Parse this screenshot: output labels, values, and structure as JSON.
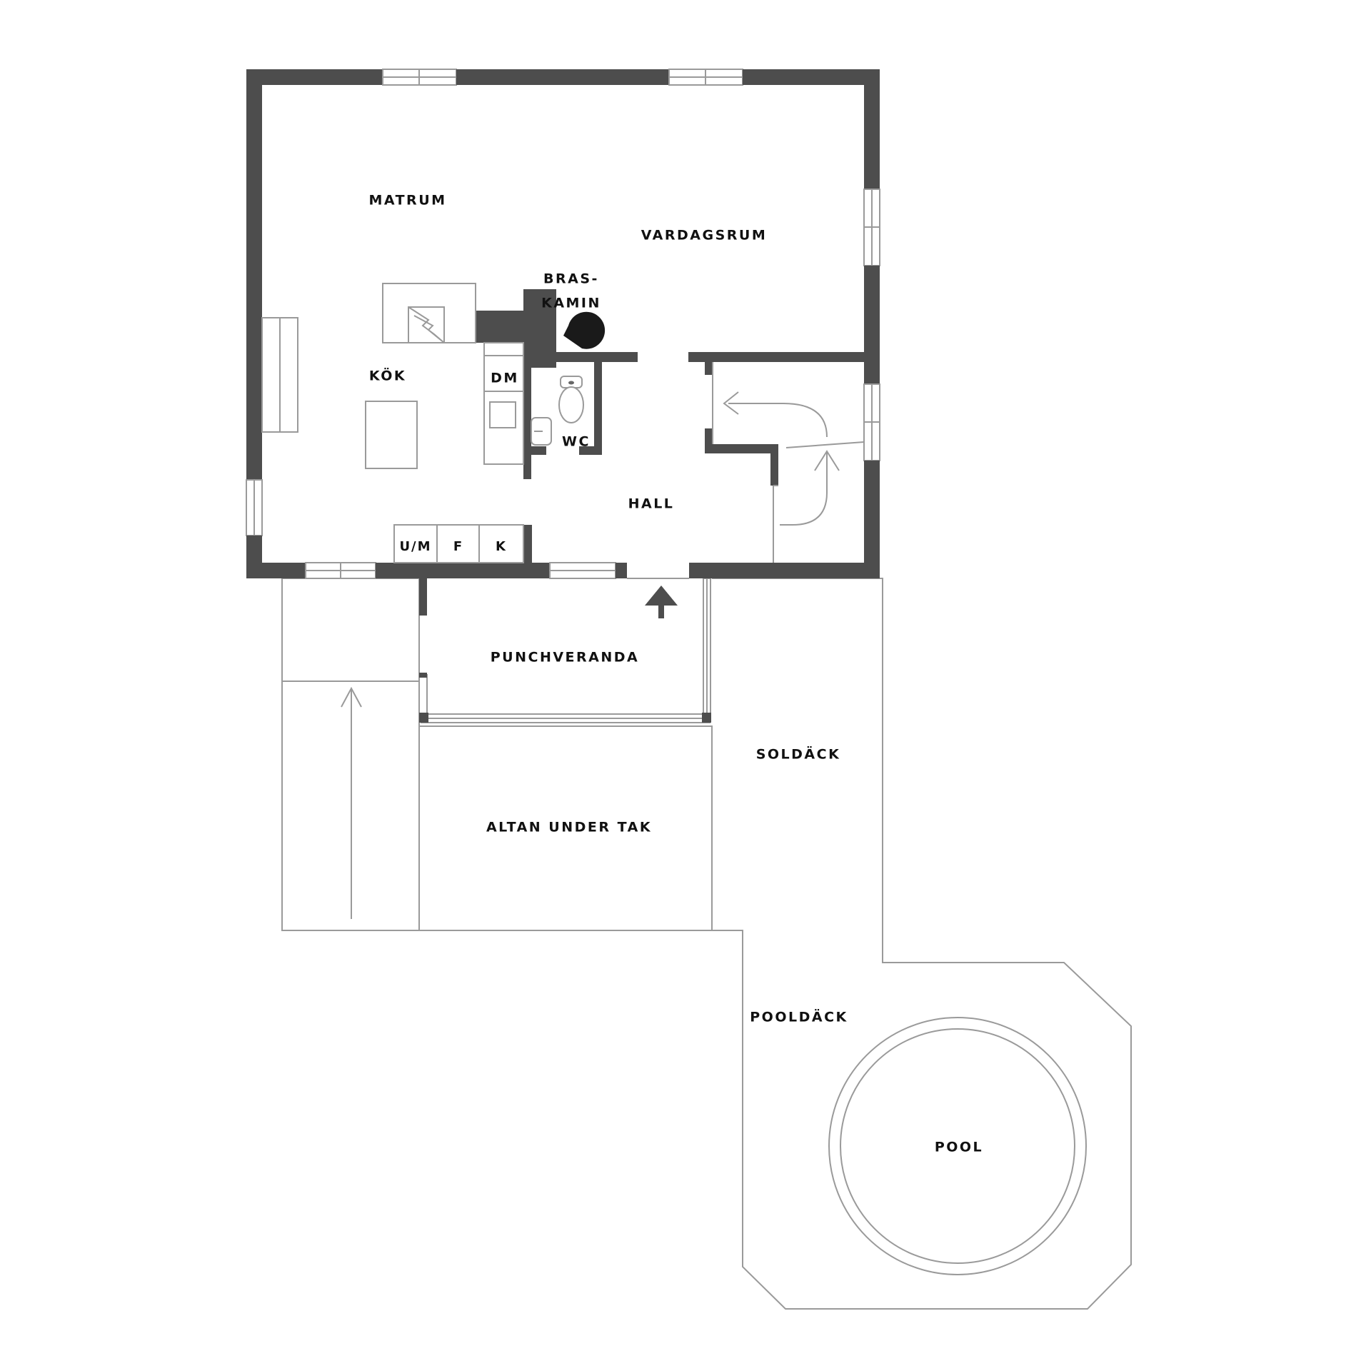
{
  "floorplan": {
    "rooms": {
      "matrum": "MATRUM",
      "vardagsrum": "VARDAGSRUM",
      "bras_line1": "BRAS-",
      "bras_line2": "KAMIN",
      "kok": "KÖK",
      "dm": "DM",
      "wc": "WC",
      "hall": "HALL",
      "um": "U/M",
      "f": "F",
      "k": "K",
      "punchveranda": "PUNCHVERANDA",
      "altan": "ALTAN UNDER TAK",
      "soldack": "SOLDÄCK",
      "pooldack": "POOLDÄCK",
      "pool": "POOL"
    },
    "icons": {
      "entrance": "entrance-arrow-icon",
      "stove": "wood-stove-icon",
      "toilet": "toilet-icon",
      "sink": "sink-icon",
      "stairs_up": "stairs-arrow-icon",
      "hob": "stove-hob-icon"
    },
    "colors": {
      "wall": "#4d4d4d",
      "line": "#9a9a9a",
      "text": "#111111",
      "background": "#ffffff"
    }
  }
}
